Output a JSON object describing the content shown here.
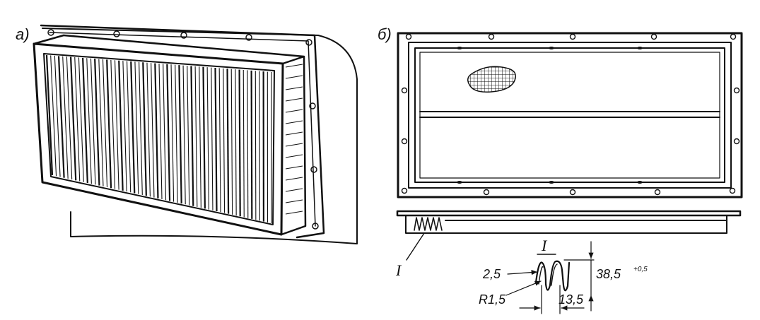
{
  "labels": {
    "view_a": "a)",
    "view_b": "б)",
    "section_marker": "I",
    "detail_title": "I"
  },
  "dimensions": {
    "wall_thickness": "2,5",
    "bend_radius": "R1,5",
    "height": "38,5",
    "height_tolerance": "+0,5",
    "pitch": "13,5"
  },
  "icons": [
    "bolt-hole-icon",
    "mesh-patch-icon",
    "arrow-icon"
  ]
}
